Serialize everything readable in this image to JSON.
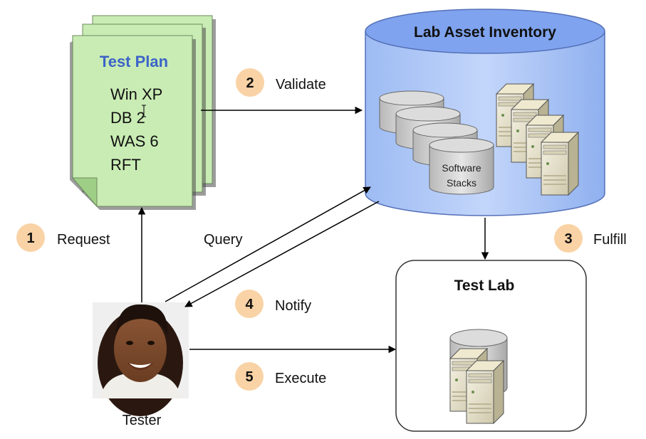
{
  "test_plan": {
    "title": "Test Plan",
    "items": [
      "Win XP",
      "DB 2",
      "WAS 6",
      "RFT"
    ]
  },
  "inventory": {
    "title": "Lab Asset Inventory",
    "stacks_label_line1": "Software",
    "stacks_label_line2": "Stacks"
  },
  "test_lab": {
    "title": "Test Lab"
  },
  "tester": {
    "label": "Tester"
  },
  "steps": [
    {
      "number": "1",
      "label": "Request"
    },
    {
      "number": "2",
      "label": "Validate"
    },
    {
      "number": "3",
      "label": "Fulfill"
    },
    {
      "number": "4",
      "label": "Notify"
    },
    {
      "number": "5",
      "label": "Execute"
    }
  ],
  "query_label": "Query",
  "colors": {
    "doc_fill": "#c9ecb4",
    "doc_title": "#3c64c8",
    "cylinder_fill": "#a9c4f5",
    "cylinder_top": "#7fa3ee",
    "badge_fill": "#f9d3a6",
    "arrow": "#000000"
  }
}
